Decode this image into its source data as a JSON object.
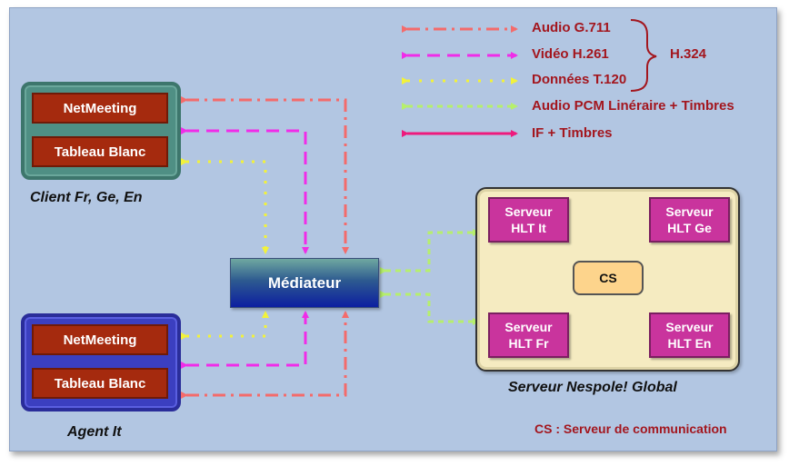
{
  "legend": {
    "audio_g711": "Audio G.711",
    "video_h261": "Vidéo H.261",
    "data_t120": "Données T.120",
    "audio_pcm": "Audio PCM Linéraire + Timbres",
    "if_timbres": "IF + Timbres",
    "h324": "H.324"
  },
  "client": {
    "netmeeting": "NetMeeting",
    "whiteboard": "Tableau Blanc",
    "caption": "Client Fr, Ge, En"
  },
  "agent": {
    "netmeeting": "NetMeeting",
    "whiteboard": "Tableau Blanc",
    "caption": "Agent It"
  },
  "mediator": {
    "label": "Médiateur"
  },
  "server": {
    "hlt_it": [
      "Serveur",
      "HLT It"
    ],
    "hlt_ge": [
      "Serveur",
      "HLT Ge"
    ],
    "hlt_fr": [
      "Serveur",
      "HLT Fr"
    ],
    "hlt_en": [
      "Serveur",
      "HLT En"
    ],
    "cs": "CS",
    "caption": "Serveur Nespole! Global"
  },
  "footnote": "CS : Serveur de communication",
  "colors": {
    "audio_g711": "#f46b6b",
    "video_h261": "#f02ce8",
    "data_t120": "#f2f23a",
    "audio_pcm": "#b6ef6c",
    "if_timbres": "#ee1a7d",
    "text_red": "#a3161e"
  }
}
